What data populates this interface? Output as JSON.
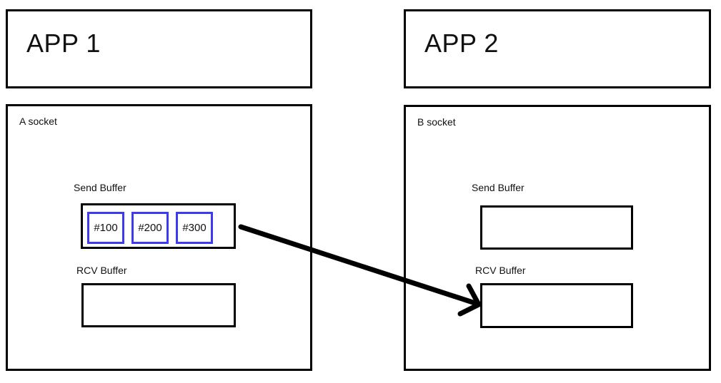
{
  "app1": {
    "title": "APP 1"
  },
  "app2": {
    "title": "APP 2"
  },
  "socket_a": {
    "label": "A socket",
    "send_buffer_label": "Send Buffer",
    "rcv_buffer_label": "RCV Buffer",
    "send_buffer_packets": [
      "#100",
      "#200",
      "#300"
    ]
  },
  "socket_b": {
    "label": "B socket",
    "send_buffer_label": "Send Buffer",
    "rcv_buffer_label": "RCV Buffer"
  },
  "arrow": {
    "description": "packet flow from A socket send buffer to B socket RCV buffer"
  },
  "colors": {
    "packet_border": "#3b3bef",
    "stroke": "#000000"
  }
}
